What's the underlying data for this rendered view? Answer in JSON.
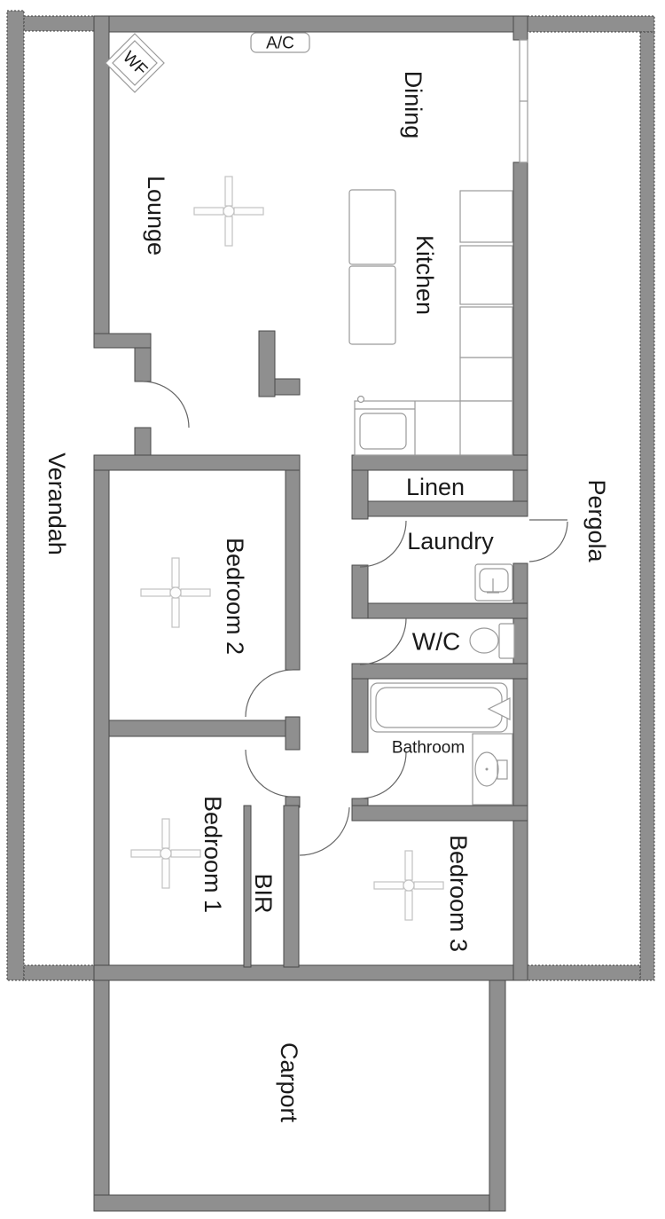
{
  "plan": {
    "labels": {
      "lounge": "Lounge",
      "dining": "Dining",
      "kitchen": "Kitchen",
      "verandah": "Verandah",
      "pergola": "Pergola",
      "linen": "Linen",
      "laundry": "Laundry",
      "wc": "W/C",
      "bathroom": "Bathroom",
      "bedroom1": "Bedroom 1",
      "bedroom2": "Bedroom 2",
      "bedroom3": "Bedroom 3",
      "bir": "BIR",
      "carport": "Carport",
      "ac": "A/C",
      "wf": "WF"
    },
    "symbols": [
      "ceiling-fan-icon",
      "corner-fireplace-icon",
      "ac-unit-icon",
      "window-icon",
      "door-swing-icon",
      "island-bench-icon",
      "kitchen-sink-icon",
      "laundry-tub-icon",
      "toilet-icon",
      "bathtub-icon",
      "vanity-basin-icon"
    ],
    "colors": {
      "wall_fill": "#8f8f8f",
      "wall_stroke": "#4a4a4a",
      "dashed_stroke": "#3c3c3c",
      "fixture_stroke": "#9a9a9a",
      "fan_stroke": "#c2c2c2",
      "door_stroke": "#666666",
      "text": "#1a1a1a",
      "background": "#ffffff"
    }
  }
}
